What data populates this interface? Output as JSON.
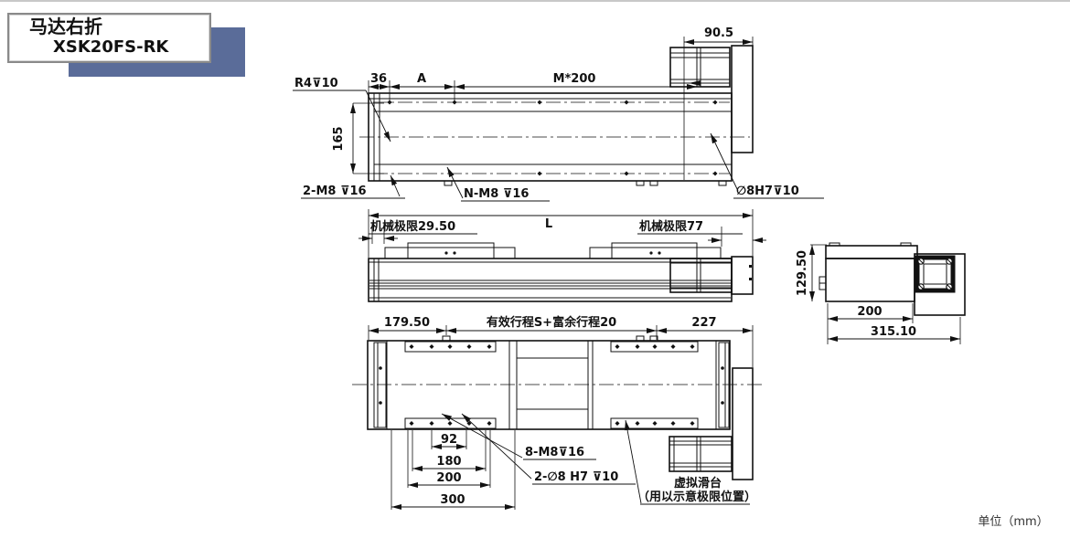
{
  "title_block": {
    "line1": "马达右折",
    "line2": "XSK20FS-RK"
  },
  "footer": {
    "unit": "单位（mm）"
  },
  "top_view": {
    "dim_36": "36",
    "dim_A": "A",
    "dim_m200": "M*200",
    "dim_90_5": "90.5",
    "dim_165": "165",
    "dim_L": "L",
    "label_r4": "R4⊽10",
    "label_2m8": "2-M8 ⊽16",
    "label_nm8": "N-M8 ⊽16",
    "label_8h7": "∅8H7⊽10"
  },
  "side_view": {
    "limit_left": "机械极限29.50",
    "limit_right": "机械极限77"
  },
  "end_view": {
    "dim_129_5": "129.50",
    "dim_200": "200",
    "dim_315_1": "315.10"
  },
  "plan_view": {
    "dim_179_5": "179.50",
    "dim_stroke": "有效行程S+富余行程20",
    "dim_227": "227",
    "dim_92": "92",
    "dim_180": "180",
    "dim_200": "200",
    "dim_300": "300",
    "label_8m8": "8-M8⊽16",
    "label_2d8": "2-∅8 H7 ⊽10",
    "note_line1": "虚拟滑台",
    "note_line2": "（用以示意极限位置）"
  }
}
